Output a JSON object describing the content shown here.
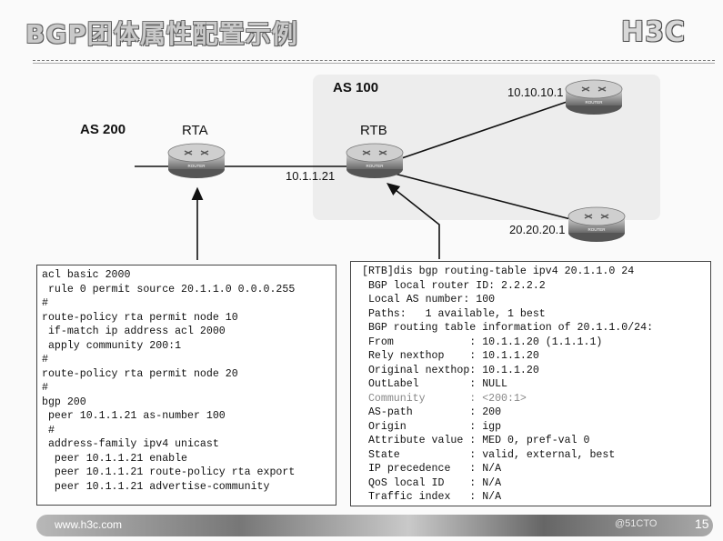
{
  "slide": {
    "title": "BGP团体属性配置示例",
    "logo": "H3C",
    "footer_url": "www.h3c.com",
    "watermark": "@51CTO",
    "page_number": "15"
  },
  "diagram": {
    "as200_label": "AS 200",
    "as100_label": "AS 100",
    "rta_label": "RTA",
    "rtb_label": "RTB",
    "link_label": "10.1.1.21",
    "right_top_label": "10.10.10.1",
    "right_bottom_label": "20.20.20.1",
    "router_text": "ROUTER"
  },
  "config_lines": [
    "acl basic 2000",
    " rule 0 permit source 20.1.1.0 0.0.0.255",
    "#",
    "route-policy rta permit node 10",
    " if-match ip address acl 2000",
    " apply community 200:1",
    "#",
    "route-policy rta permit node 20",
    "#",
    "bgp 200",
    " peer 10.1.1.21 as-number 100",
    " #",
    " address-family ipv4 unicast",
    "  peer 10.1.1.21 enable",
    "  peer 10.1.1.21 route-policy rta export",
    "  peer 10.1.1.21 advertise-community"
  ],
  "output_lines": [
    "[RTB]dis bgp routing-table ipv4 20.1.1.0 24",
    " BGP local router ID: 2.2.2.2",
    " Local AS number: 100",
    " Paths:   1 available, 1 best",
    " BGP routing table information of 20.1.1.0/24:",
    " From            : 10.1.1.20 (1.1.1.1)",
    " Rely nexthop    : 10.1.1.20",
    " Original nexthop: 10.1.1.20",
    " OutLabel        : NULL",
    " Community       : <200:1>",
    " AS-path         : 200",
    " Origin          : igp",
    " Attribute value : MED 0, pref-val 0",
    " State           : valid, external, best",
    " IP precedence   : N/A",
    " QoS local ID    : N/A",
    " Traffic index   : N/A"
  ],
  "highlight_line_index": 9
}
